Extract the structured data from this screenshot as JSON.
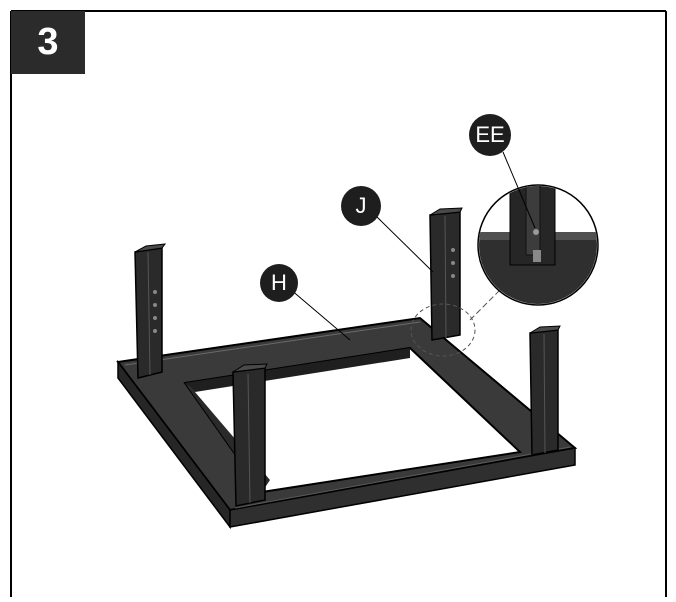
{
  "step": {
    "number": "3"
  },
  "callouts": {
    "ee": "EE",
    "j": "J",
    "h": "H"
  },
  "colors": {
    "frame_dark": "#2b2b2b",
    "callout_fill": "#1e1e1e",
    "outline": "#000000"
  }
}
